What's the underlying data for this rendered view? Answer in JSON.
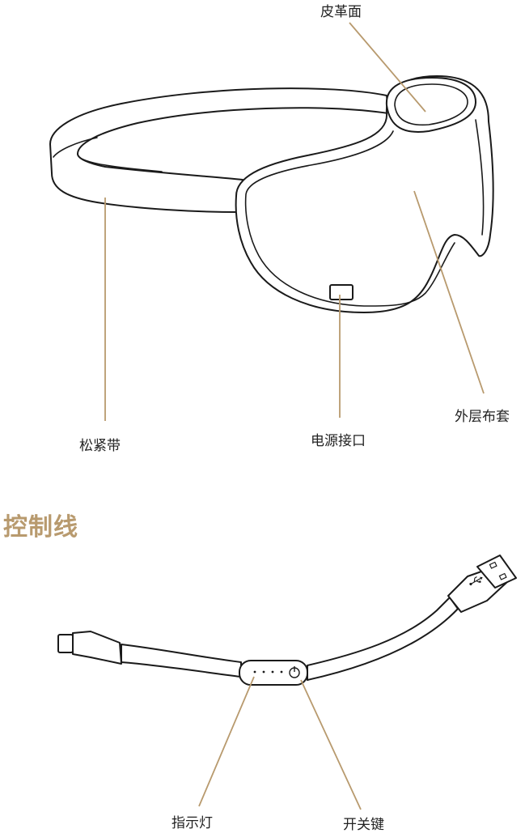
{
  "colors": {
    "accent": "#b89a6e",
    "line": "#1a1a1a",
    "text": "#222222"
  },
  "eye_mask": {
    "labels": {
      "leather_face": "皮革面",
      "strap": "松紧带",
      "outer_cover": "外层布套",
      "power_port": "电源接口"
    }
  },
  "control_cable": {
    "title": "控制线",
    "labels": {
      "indicator": "指示灯",
      "power_key": "开关键"
    },
    "icons": [
      "usb-icon",
      "power-icon"
    ]
  }
}
